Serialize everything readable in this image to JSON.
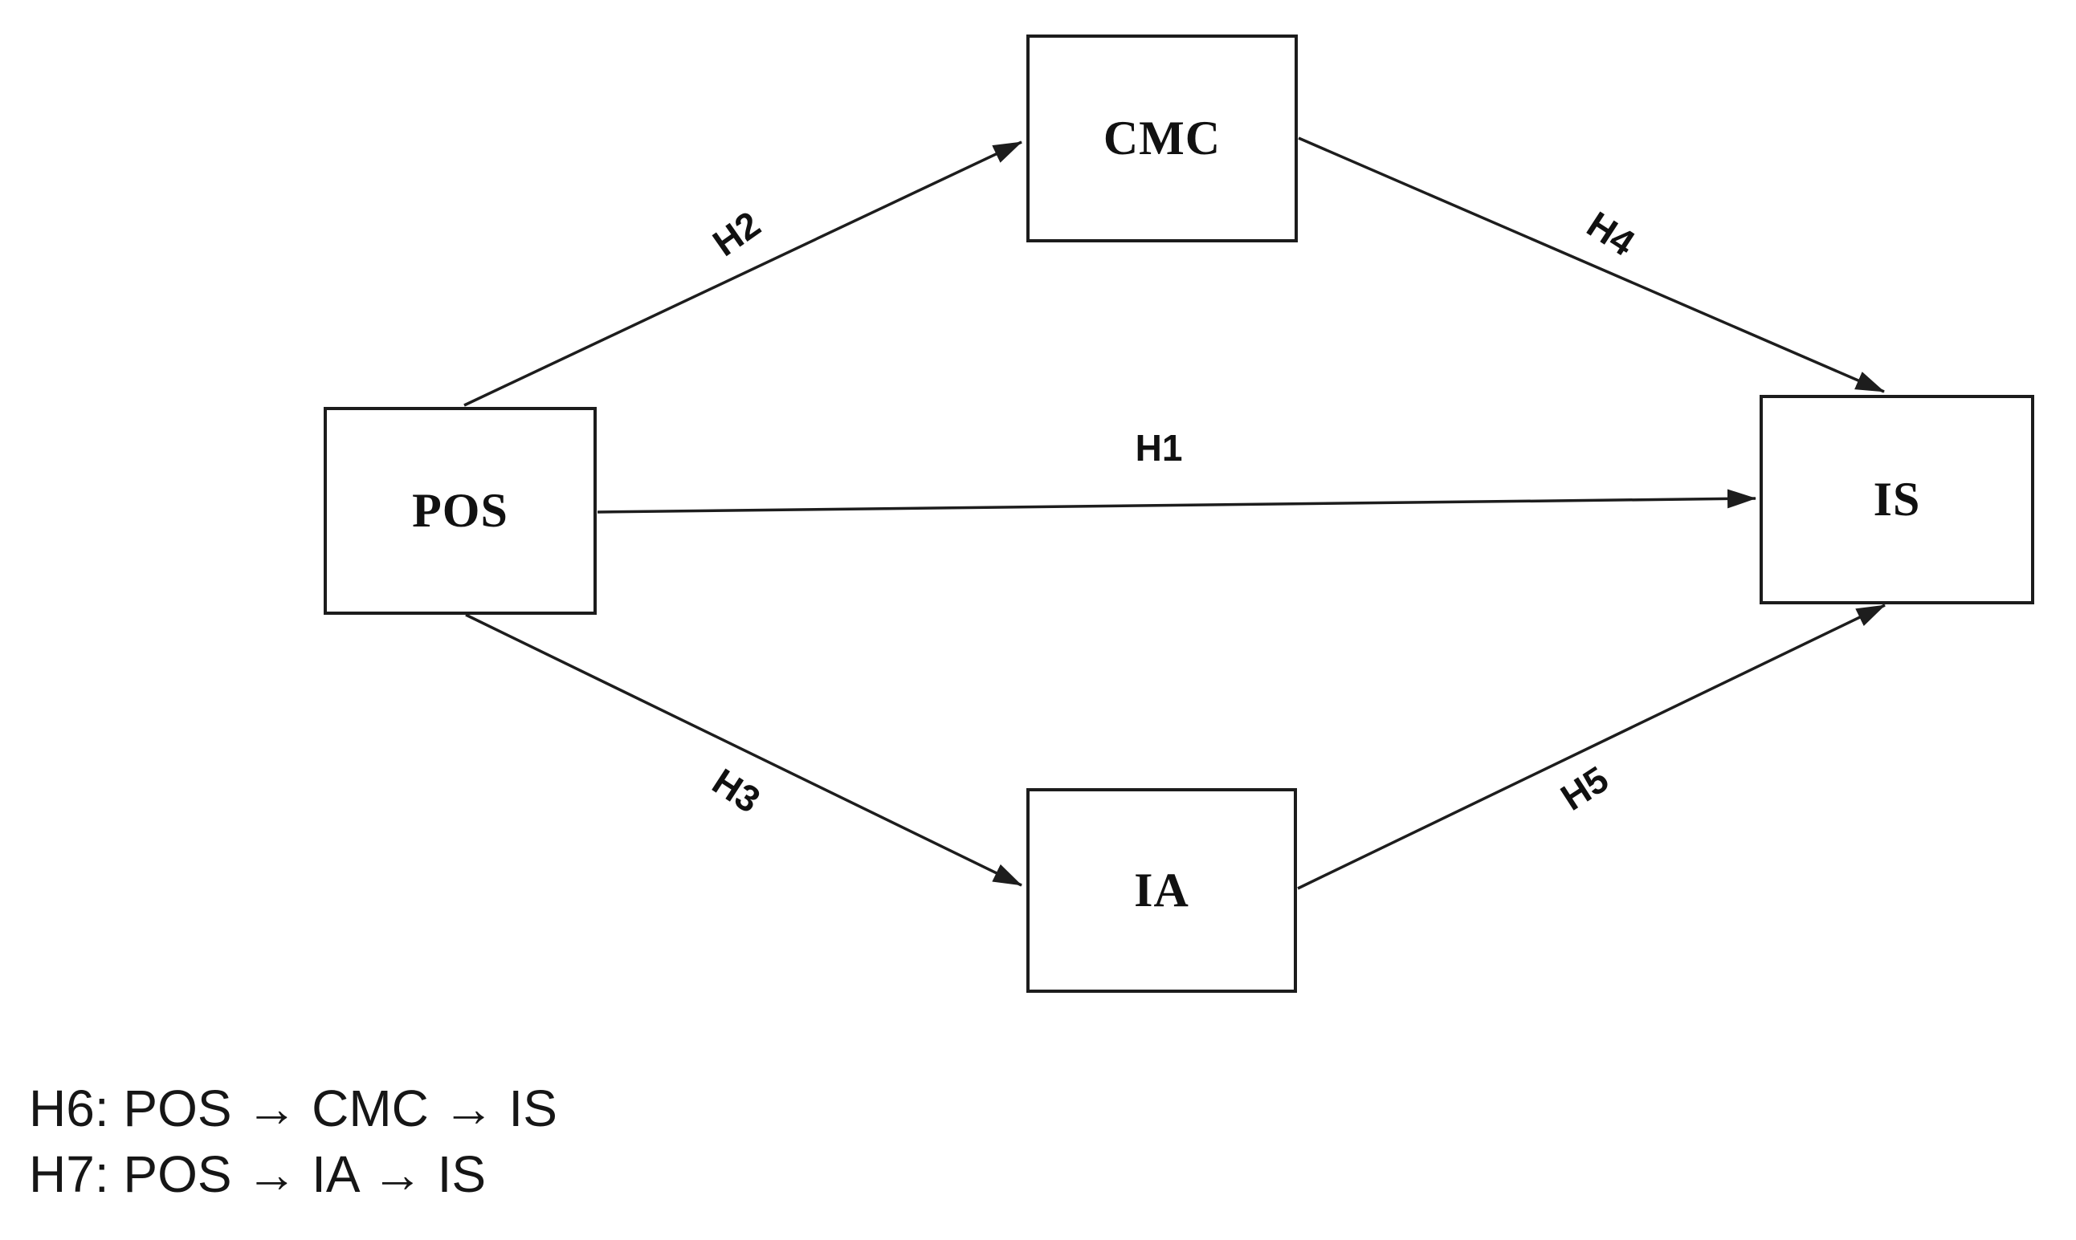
{
  "diagram": {
    "type": "hypothesis-path-model",
    "background_color": "#ffffff",
    "line_color": "#1d1d1d",
    "text_color": "#111111",
    "nodes": {
      "pos": {
        "label": "POS"
      },
      "cmc": {
        "label": "CMC"
      },
      "ia": {
        "label": "IA"
      },
      "is": {
        "label": "IS"
      }
    },
    "edges": {
      "h1": {
        "label": "H1",
        "from": "POS",
        "to": "IS"
      },
      "h2": {
        "label": "H2",
        "from": "POS",
        "to": "CMC"
      },
      "h3": {
        "label": "H3",
        "from": "POS",
        "to": "IA"
      },
      "h4": {
        "label": "H4",
        "from": "CMC",
        "to": "IS"
      },
      "h5": {
        "label": "H5",
        "from": "IA",
        "to": "IS"
      }
    },
    "notes": {
      "h6": "H6: POS → CMC → IS",
      "h7": "H7: POS → IA → IS"
    }
  }
}
